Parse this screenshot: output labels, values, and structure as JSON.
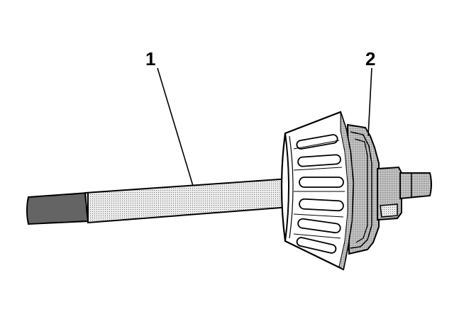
{
  "callouts": [
    {
      "id": "1",
      "label": "1"
    },
    {
      "id": "2",
      "label": "2"
    }
  ],
  "colors": {
    "outline": "#000000",
    "background": "#ffffff",
    "shade_light": "#e4e4e4",
    "shade_mid": "#c8c8c8",
    "shade_dark": "#8a8a8a"
  }
}
